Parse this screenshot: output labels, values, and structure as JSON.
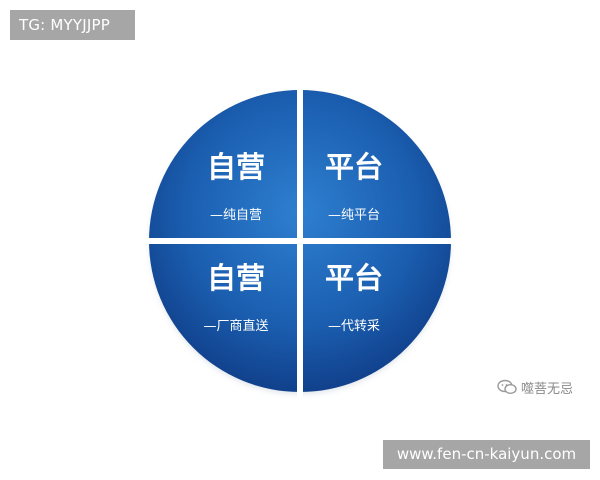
{
  "top_tag": "TG: MYYJJPP",
  "quadrants": [
    {
      "title": "自营",
      "subtitle": "—纯自营"
    },
    {
      "title": "平台",
      "subtitle": "—纯平台"
    },
    {
      "title": "自营",
      "subtitle": "—厂商直送"
    },
    {
      "title": "平台",
      "subtitle": "—代转采"
    }
  ],
  "watermark": {
    "text": "噬菩无忌",
    "icon": "wechat-icon"
  },
  "bottom_url": "www.fen-cn-kaiyun.com",
  "colors": {
    "circle_light": "#2e7fd0",
    "circle_dark": "#0f3c86",
    "badge": "#a6a6a6",
    "divider": "#ffffff"
  }
}
